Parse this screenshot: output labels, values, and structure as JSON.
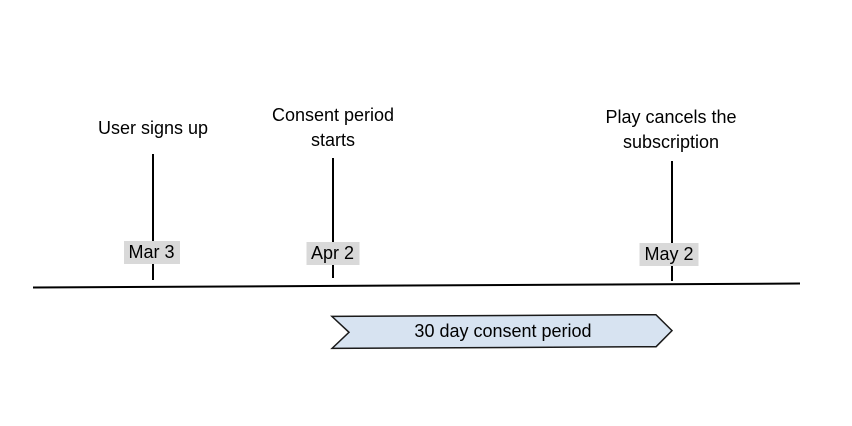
{
  "diagram": {
    "events": [
      {
        "label": "User signs up",
        "date": "Mar 3"
      },
      {
        "label": "Consent period starts",
        "date": "Apr 2"
      },
      {
        "label": "Play cancels the subscription",
        "date": "May 2"
      }
    ],
    "banner": {
      "label": "30 day consent period"
    }
  },
  "colors": {
    "background": "#ffffff",
    "text": "#000000",
    "axis_line": "#000000",
    "tick_line": "#000000",
    "date_chip_bg": "#d9d9d9",
    "banner_fill": "#d7e3f1",
    "banner_stroke": "#1a1a1a"
  }
}
